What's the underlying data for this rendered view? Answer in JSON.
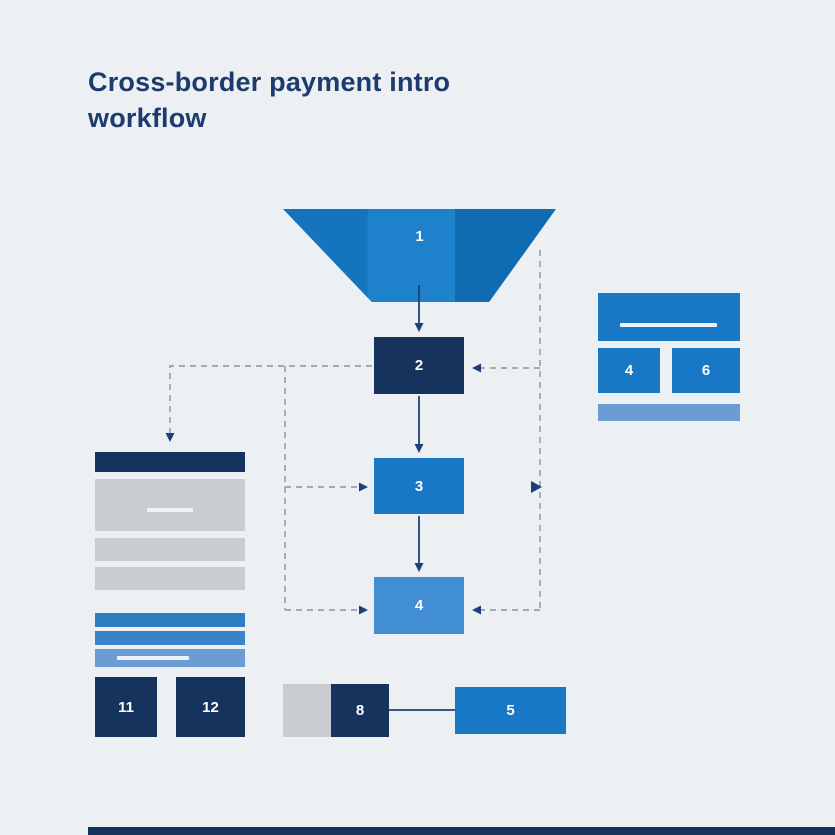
{
  "title": {
    "line1": "Cross-border payment intro",
    "line2": "workflow"
  },
  "nodes": {
    "funnel": {
      "label": "1"
    },
    "box2": {
      "label": "2"
    },
    "box3": {
      "label": "3"
    },
    "box4": {
      "label": "4"
    },
    "right_box_a": {
      "label": "4"
    },
    "right_box_b": {
      "label": "6"
    },
    "left_box_a": {
      "label": "11"
    },
    "left_box_b": {
      "label": "12"
    },
    "bottom_box_dark": {
      "label": "8"
    },
    "bottom_box_blue": {
      "label": "5"
    }
  },
  "edges": [
    {
      "from": "node-1-funnel",
      "to": "node-2",
      "style": "solid"
    },
    {
      "from": "node-2",
      "to": "node-3",
      "style": "solid"
    },
    {
      "from": "node-3",
      "to": "node-4",
      "style": "solid"
    },
    {
      "from": "node-2",
      "to": "left-card",
      "style": "dashed"
    },
    {
      "from": "node-2-branch",
      "to": "node-3",
      "style": "dashed"
    },
    {
      "from": "node-2-branch",
      "to": "node-4",
      "style": "dashed"
    },
    {
      "from": "funnel-right-branch",
      "to": "node-2",
      "style": "dashed"
    },
    {
      "from": "funnel-right-branch",
      "to": "node-4",
      "style": "dashed"
    },
    {
      "from": "node-8",
      "to": "node-5",
      "style": "solid"
    }
  ],
  "colors": {
    "background": "#edf0f3",
    "navy": "#16335e",
    "blue": "#1878c5",
    "light_blue": "#418ed3",
    "pale_blue": "#6b9cd4",
    "gray": "#c9ccd1",
    "title_text": "#1d3b6f",
    "dashed_line": "#8793a6"
  }
}
